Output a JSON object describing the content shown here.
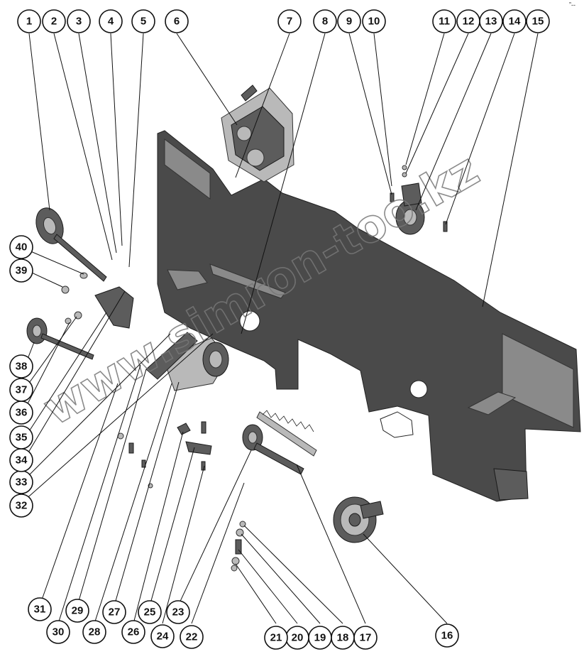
{
  "watermark": "www.simron-too.kz",
  "corner_mark": "ˮ--",
  "callouts": [
    "1",
    "2",
    "3",
    "4",
    "5",
    "6",
    "7",
    "8",
    "9",
    "10",
    "11",
    "12",
    "13",
    "14",
    "15",
    "16",
    "17",
    "18",
    "19",
    "20",
    "21",
    "22",
    "23",
    "24",
    "25",
    "26",
    "27",
    "28",
    "29",
    "30",
    "31",
    "32",
    "33",
    "34",
    "35",
    "36",
    "37",
    "38",
    "39",
    "40"
  ],
  "colors": {
    "panel": "#4a4a4a",
    "line": "#111111",
    "watermark": "#777777"
  }
}
